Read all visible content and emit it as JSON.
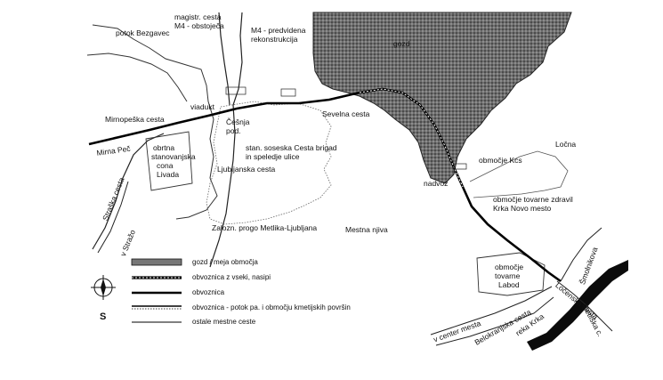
{
  "labels": {
    "potok_bezgavec": "potok Bezgavec",
    "magistr_cesta": "magistr. cesta",
    "m4_obstojeca": "M4 - obstoječa",
    "m4_predvidena": "M4 - predvidena",
    "rekonstrukcija": "rekonstrukcija",
    "gozd": "gozd",
    "viadukt": "viadukt",
    "mirnopeska_cesta": "Mirnopeška cesta",
    "mirna_pec": "Mirna Peč",
    "cesnja_pod": "Češnja",
    "cesnja_pod2": "pod.",
    "sevelna_cesta": "Sevelna cesta",
    "obrtna_1": "obrtna",
    "obrtna_2": "stanovanjska",
    "obrtna_3": "cona",
    "obrtna_4": "Livada",
    "stan_1": "stan. soseska Cesta brigad",
    "stan_2": "in speledje ulice",
    "ljubljanska_cesta": "Ljubljanska cesta",
    "locna": "Ločna",
    "obmocje_kcs": "območje Kcs",
    "nadvoz": "nadvoz",
    "tovarna_1": "območje tovarne zdravil",
    "tovarna_2": "Krka Novo mesto",
    "zalozn_1": "Zalozn. progo Metlika-Ljubljana",
    "mestna_njiva": "Mestna njiva",
    "smolnikova": "Šmolnikova",
    "obmocje_1": "območje",
    "obmocje_2": "tovarne",
    "obmocje_3": "Labod",
    "locenska_cesta": "Ločenska cesta",
    "metliska": "Metliška c.",
    "v_center_mesta": "v center mesta",
    "belokranjska": "Belokranjska cesta",
    "reka_krka": "reka Krka",
    "straska_cesta": "Straška cesta",
    "v_straza": "v Stražo"
  },
  "legend": {
    "items": [
      {
        "key": "gozd",
        "label": "gozd / meja območja"
      },
      {
        "key": "obvoznica_nasip",
        "label": "obvoznica z vseki, nasipi"
      },
      {
        "key": "obvoznica",
        "label": "obvoznica"
      },
      {
        "key": "obvoznica_potok",
        "label": "obvoznica - potok pa. i območju kmetijskih površin"
      },
      {
        "key": "ostale",
        "label": "ostale mestne ceste"
      }
    ],
    "compass_letter": "S"
  }
}
